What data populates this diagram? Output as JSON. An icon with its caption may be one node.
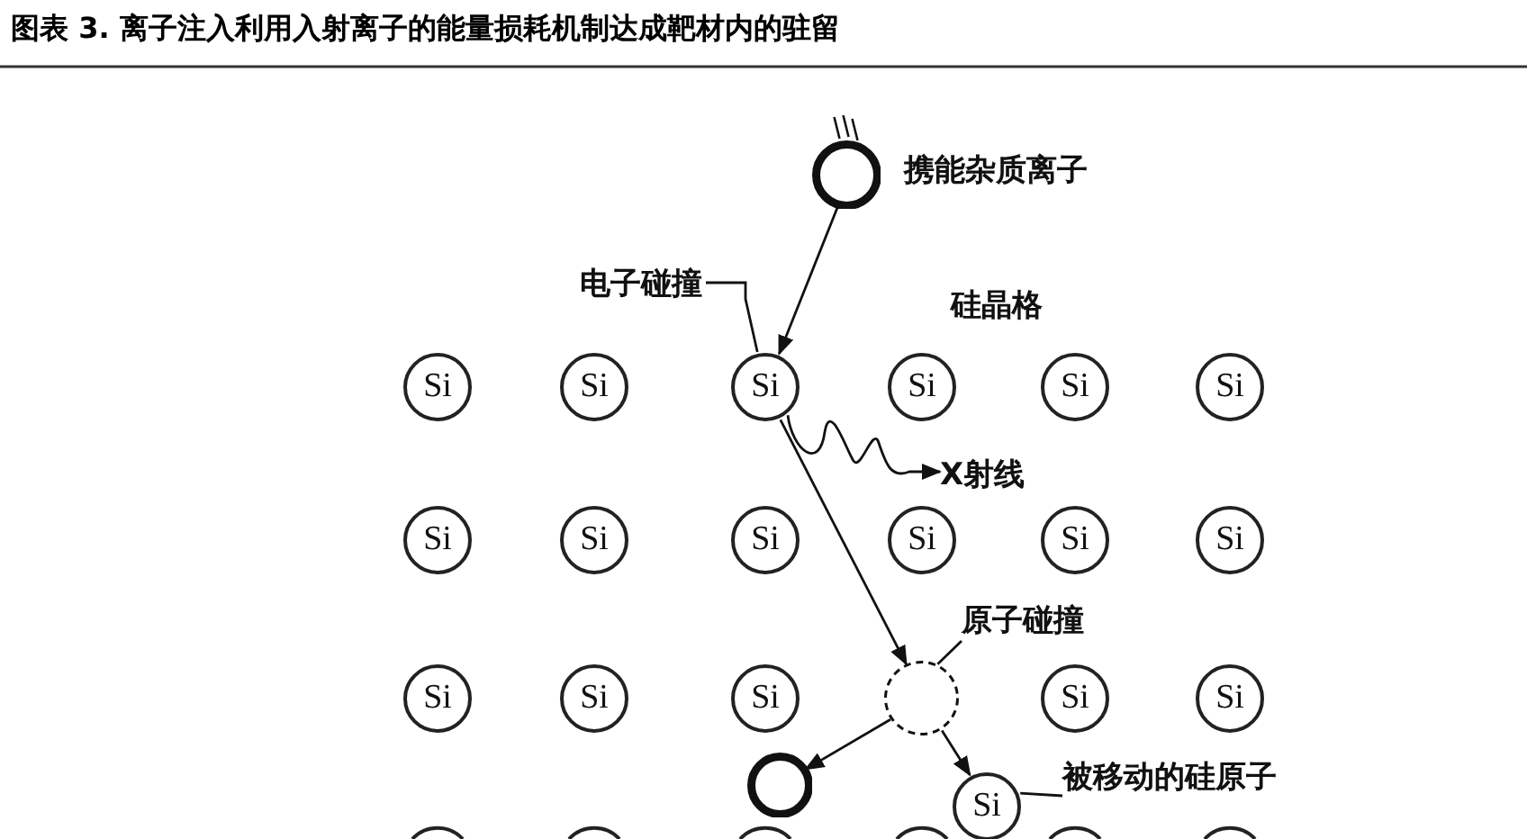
{
  "diagram": {
    "title": "图表 3. 离子注入利用入射离子的能量损耗机制达成靶材内的驻留",
    "nodes": [
      {
        "text": [],
        "shape": "circle",
        "beside": [
          "携能杂质离子"
        ]
      },
      {
        "text": [
          "电子碰撞"
        ]
      },
      {
        "text": [
          "Si"
        ]
      },
      {
        "text": [
          "Si"
        ]
      },
      {
        "text": [
          "Si"
        ]
      },
      {
        "text": [
          "Si"
        ]
      },
      {
        "text": [
          "Si"
        ]
      },
      {
        "text": [
          "Si"
        ]
      },
      {
        "text": [
          "X射线"
        ]
      },
      {
        "text": [
          "Si"
        ]
      },
      {
        "text": [
          "Si"
        ]
      },
      {
        "text": [
          "Si"
        ]
      },
      {
        "text": [
          "Si"
        ]
      },
      {
        "text": [
          "Si"
        ]
      },
      {
        "text": [
          "Si"
        ]
      },
      {
        "text": [
          "原子碰撞"
        ]
      },
      {
        "text": [
          "Si"
        ]
      },
      {
        "text": [
          "Si"
        ]
      },
      {
        "text": [
          "Si"
        ]
      },
      {
        "text": [],
        "shape": "circle"
      },
      {
        "text": [
          "Si"
        ]
      },
      {
        "text": [
          "Si"
        ]
      },
      {
        "text": [],
        "shape": "circle"
      },
      {
        "text": [
          "Si"
        ]
      },
      {
        "text": [
          "被移动的硅原子"
        ]
      }
    ],
    "edges": [
      {
        "from": 0,
        "to": 4,
        "arrow": "to"
      },
      {
        "from": 1,
        "to": 4,
        "arrow": "none"
      },
      {
        "from": 4,
        "to": 8,
        "arrow": "to"
      },
      {
        "from": 4,
        "to": 19,
        "arrow": "to"
      },
      {
        "from": 15,
        "to": 19,
        "arrow": "none"
      },
      {
        "from": 19,
        "to": 22,
        "arrow": "to"
      },
      {
        "from": 19,
        "to": 23,
        "arrow": "to"
      },
      {
        "from": 24,
        "to": 23,
        "arrow": "none"
      }
    ],
    "labels": [
      "硅晶格"
    ]
  }
}
